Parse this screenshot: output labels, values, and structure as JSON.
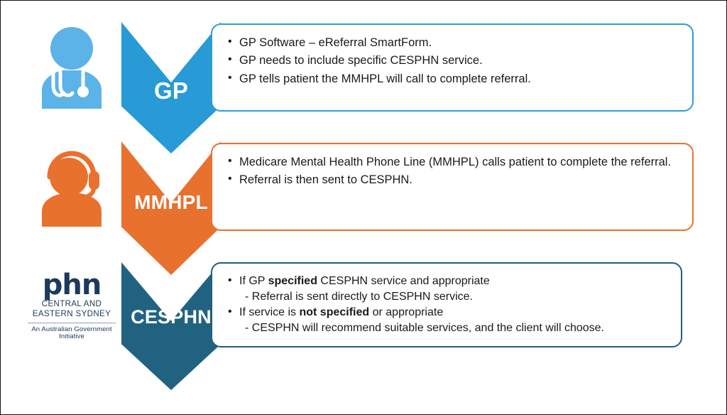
{
  "diagram": {
    "title": "Medicare Mental Health Phone Line referral pathway",
    "colors": {
      "gp": "#289ad5",
      "mmhpl": "#e8712e",
      "cesphn": "#216281",
      "gp_border": "#2a9fd8",
      "mmhpl_border": "#e8712e",
      "cesphn_border": "#1f5f7d",
      "text": "#1a1a1a",
      "logo_navy": "#1b3a5c",
      "frame": "#141414"
    },
    "steps": [
      {
        "id": "gp",
        "chevron_label": "GP",
        "icon": "doctor-stethoscope-icon",
        "bullets": [
          {
            "type": "bullet",
            "parts": [
              {
                "text": "GP Software – eReferral SmartForm.",
                "bold": false
              }
            ]
          },
          {
            "type": "bullet",
            "parts": [
              {
                "text": "GP needs to include specific CESPHN service.",
                "bold": false
              }
            ]
          },
          {
            "type": "bullet",
            "parts": [
              {
                "text": "GP tells patient the MMHPL will call to complete referral.",
                "bold": false
              }
            ]
          }
        ]
      },
      {
        "id": "mmhpl",
        "chevron_label": "MMHPL",
        "icon": "headset-operator-icon",
        "bullets": [
          {
            "type": "bullet",
            "parts": [
              {
                "text": "Medicare Mental Health Phone Line (MMHPL) calls patient to complete the referral.",
                "bold": false
              }
            ]
          },
          {
            "type": "bullet",
            "parts": [
              {
                "text": "Referral is then sent to CESPHN.",
                "bold": false
              }
            ]
          }
        ]
      },
      {
        "id": "cesphn",
        "chevron_label": "CESPHN",
        "icon": "phn-logo",
        "bullets": [
          {
            "type": "bullet",
            "parts": [
              {
                "text": "If GP ",
                "bold": false
              },
              {
                "text": "specified",
                "bold": true
              },
              {
                "text": " CESPHN service and appropriate",
                "bold": false
              }
            ]
          },
          {
            "type": "sub",
            "parts": [
              {
                "text": "- Referral is sent directly to CESPHN service.",
                "bold": false
              }
            ]
          },
          {
            "type": "bullet",
            "parts": [
              {
                "text": "If service is ",
                "bold": false
              },
              {
                "text": "not specified",
                "bold": true
              },
              {
                "text": " or appropriate",
                "bold": false
              }
            ]
          },
          {
            "type": "sub",
            "parts": [
              {
                "text": "- CESPHN will  recommend suitable services, and the client will choose.",
                "bold": false
              }
            ]
          }
        ]
      }
    ],
    "logo": {
      "word": "phn",
      "line1": "CENTRAL AND",
      "line2": "EASTERN SYDNEY",
      "tagline": "An Australian Government Initiative"
    }
  }
}
